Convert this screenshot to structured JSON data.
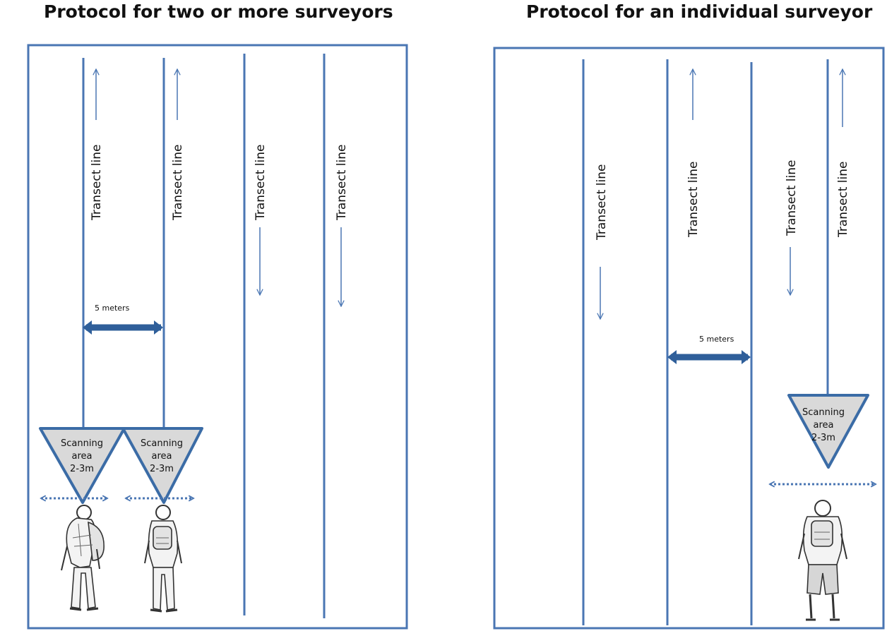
{
  "left_panel": {
    "title": "Protocol for two or more surveyors",
    "transect_labels": [
      "Transect  line",
      "Transect  line",
      "Transect  line",
      "Transect  line"
    ],
    "distance_label": "5 meters",
    "scan_labels": [
      {
        "line1": "Scanning",
        "line2": "area",
        "line3": "2-3m"
      },
      {
        "line1": "Scanning",
        "line2": "area",
        "line3": "2-3m"
      }
    ]
  },
  "right_panel": {
    "title": "Protocol for an individual surveyor",
    "transect_labels": [
      "Transect  line",
      "Transect  line",
      "Transect  line",
      "Transect  line"
    ],
    "distance_label": "5 meters",
    "scan_labels": [
      {
        "line1": "Scanning",
        "line2": "area",
        "line3": "2-3m"
      }
    ]
  },
  "colors": {
    "line_blue": "#4a76b3",
    "arrow_blue": "#3e6ea8",
    "dark_blue_arrow": "#2f5f9a",
    "triangle_fill": "#d9d9d9",
    "triangle_stroke": "#3b6ca6",
    "icons": [
      "surveyor-figure-icon"
    ]
  }
}
